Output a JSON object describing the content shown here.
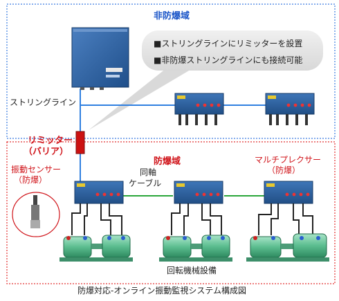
{
  "zones": {
    "safe": "非防爆域",
    "hazard": "防爆域"
  },
  "callout": {
    "line1": "■ストリングラインにリミッターを設置",
    "line2": "■非防爆ストリングラインにも接続可能"
  },
  "labels": {
    "string_line": "ストリングライン",
    "limiter_l1": "リミッター",
    "limiter_l2": "（バリア）",
    "sensor_l1": "振動センサー",
    "sensor_l2": "（防爆）",
    "coax_l1": "同軸",
    "coax_l2": "ケーブル",
    "mux_l1": "マルチプレクサー",
    "mux_l2": "（防爆）",
    "machine": "回転機械設備"
  },
  "caption": "防爆対応-オンライン振動監視システム構成図",
  "colors": {
    "zone_safe": "#3a7be0",
    "zone_hazard": "#e23030",
    "string_line": "#2f7fe0",
    "coax": "#2aa63a",
    "device": "#2f5f9a",
    "machine": "#6ec6a0",
    "limiter": "#cc1111"
  }
}
